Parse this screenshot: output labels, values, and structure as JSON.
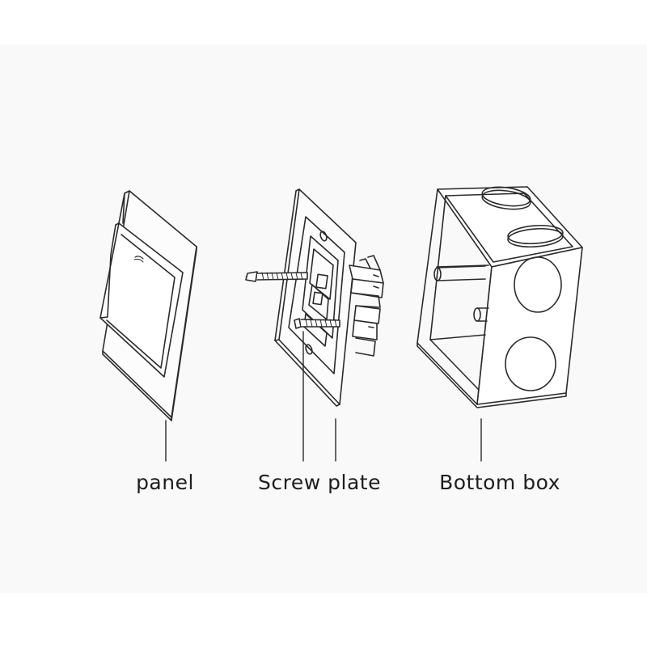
{
  "labels": {
    "panel": "panel",
    "screw_plate": "Screw plate",
    "bottom_box": "Bottom box"
  },
  "colors": {
    "background": "#f9f9f9",
    "line": "#2b2b2b",
    "text": "#1e1e1e"
  },
  "icons": [
    "switch-panel-drawing",
    "screw-plate-drawing",
    "bottom-box-drawing",
    "screw-icon"
  ]
}
